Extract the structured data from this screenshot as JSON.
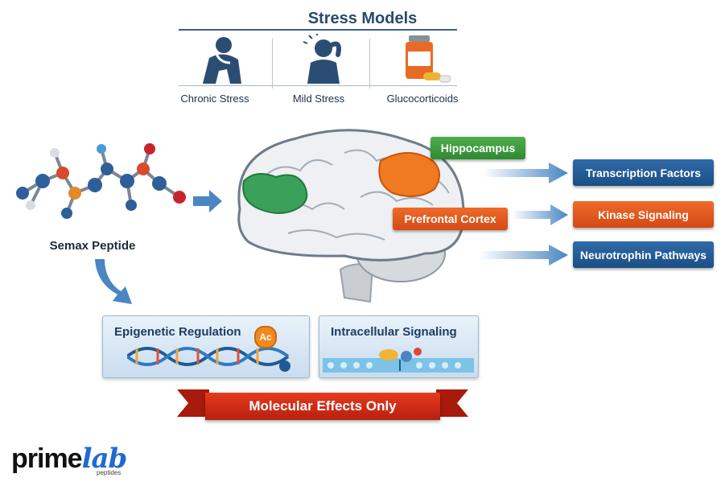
{
  "title": "Stress Models",
  "stress_models": [
    {
      "label": "Chronic Stress",
      "icon": "chronic-stress-icon"
    },
    {
      "label": "Mild Stress",
      "icon": "mild-stress-icon"
    },
    {
      "label": "Glucocorticoids",
      "icon": "glucocorticoid-pills-icon"
    }
  ],
  "peptide_label": "Semax Peptide",
  "brain": {
    "hippocampus_label": "Hippocampus",
    "prefrontal_label": "Prefrontal Cortex"
  },
  "pathways": [
    {
      "label": "Transcription Factors",
      "color": "#1f5a95"
    },
    {
      "label": "Kinase Signaling",
      "color": "#dd5220"
    },
    {
      "label": "Neurotrophin Pathways",
      "color": "#1f5a95"
    }
  ],
  "panels": {
    "epigenetic_label": "Epigenetic Regulation",
    "acetyl_badge": "Ac",
    "intracellular_label": "Intracellular Signaling"
  },
  "banner_label": "Molecular Effects Only",
  "logo": {
    "prime": "prime",
    "lab": "lab",
    "sub": "peptides"
  }
}
